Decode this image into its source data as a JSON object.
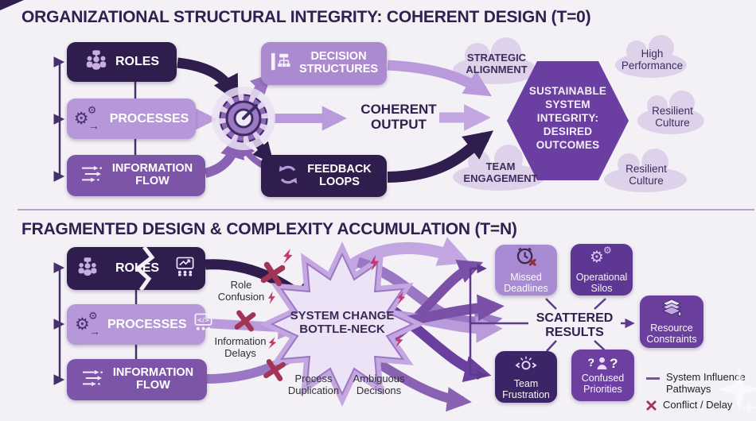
{
  "page": {
    "background": "#f3f0f6"
  },
  "section1": {
    "title": "ORGANIZATIONAL STRUCTURAL INTEGRITY: COHERENT DESIGN (T=0)",
    "boxes": {
      "roles": {
        "label": "ROLES"
      },
      "processes": {
        "label": "PROCESSES"
      },
      "information_flow": {
        "label": "INFORMATION\nFLOW"
      },
      "decision_structures": {
        "label": "DECISION\nSTRUCTURES"
      },
      "feedback_loops": {
        "label": "FEEDBACK\nLOOPS"
      }
    },
    "coherent_output": "COHERENT\nOUTPUT",
    "hexagon": {
      "label": "SUSTAINABLE\nSYSTEM\nINTEGRITY:\nDESIRED\nOUTCOMES"
    },
    "clouds": [
      {
        "label": "STRATEGIC\nALIGNMENT",
        "style": "caps"
      },
      {
        "label": "High\nPerformance",
        "style": "norm"
      },
      {
        "label": "Resilient\nCulture",
        "style": "norm"
      },
      {
        "label": "Resilient\nCulture",
        "style": "norm"
      },
      {
        "label": "TEAM\nENGAGEMENT",
        "style": "caps"
      }
    ]
  },
  "section2": {
    "title": "FRAGMENTED DESIGN & COMPLEXITY ACCUMULATION (T=N)",
    "boxes": {
      "roles": {
        "label": "ROLES"
      },
      "processes": {
        "label": "PROCESSES"
      },
      "information_flow": {
        "label": "INFORMATION\nFLOW"
      }
    },
    "bottleneck": "SYSTEM CHANGE\nBOTTLE-NECK",
    "labels": {
      "role_confusion": "Role\nConfusion",
      "information_delays": "Information\nDelays",
      "process_duplication": "Process\nDuplication",
      "ambiguous_decisions": "Ambiguous\nDecisions"
    },
    "scattered_results": "SCATTERED\nRESULTS",
    "results": {
      "missed_deadlines": "Missed\nDeadlines",
      "operational_silos": "Operational\nSilos",
      "team_frustration": "Team\nFrustration",
      "confused_priorities": "Confused\nPriorities",
      "resource_constraints": "Resource\nConstraints"
    },
    "legend": {
      "pathways": "System Influence\nPathways",
      "conflict": "Conflict / Delay"
    },
    "confused_q_left": "?",
    "confused_q_right": "?"
  },
  "colors": {
    "background": "#f3f0f6",
    "title_text": "#2e2150",
    "box_dark": "#2f1d4e",
    "box_light": "#b697d8",
    "box_medium": "#7d55a8",
    "box_light_purple": "#ab8ad0",
    "hexagon": "#6b3fa1",
    "cloud": "#ddd2ea",
    "arrow_light": "#b99bdc",
    "arrow_lighter": "#c2a6e2",
    "arrow_medium": "#9a77c4",
    "arrow_purple": "#7b51a8",
    "arrow_deep": "#6a3f9e",
    "conflict_x": "#a23456",
    "lightning": "#c23a6e",
    "starburst_outer": "#c4a7e0",
    "starburst_inner": "#ece4f6"
  },
  "icons": [
    "people-group-icon",
    "gears-icon",
    "flow-arrows-icon",
    "org-chart-icon",
    "gauge-gear-icon",
    "cycle-arrows-icon",
    "crack-icon",
    "team-chart-icon",
    "code-window-icon",
    "clock-missed-icon",
    "gears-silos-icon",
    "frustration-icon",
    "confused-person-icon",
    "layers-icon",
    "lightning-icon",
    "conflict-x-icon",
    "sparkle-watermark-icon"
  ]
}
